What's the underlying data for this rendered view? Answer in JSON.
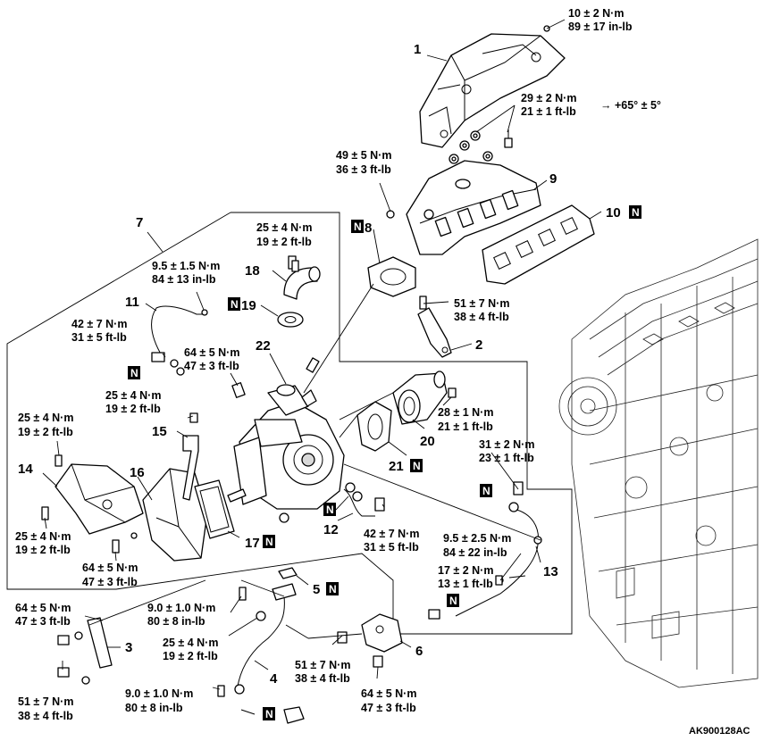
{
  "document_code": "AK900128AC",
  "new_part_badge": "N",
  "torque_specs": {
    "t1": [
      "10 ± 2 N·m",
      "89 ± 17 in-lb"
    ],
    "t2": [
      "29 ± 2 N·m",
      "21 ± 1 ft-lb"
    ],
    "t2_extra": "→ +65° ± 5°",
    "t3": [
      "49 ± 5 N·m",
      "36 ± 3 ft-lb"
    ],
    "t4": [
      "25 ± 4 N·m",
      "19 ± 2 ft-lb"
    ],
    "t5": [
      "9.5 ± 1.5 N·m",
      "84 ± 13 in-lb"
    ],
    "t6": [
      "51 ± 7 N·m",
      "38 ± 4 ft-lb"
    ],
    "t7": [
      "42 ± 7 N·m",
      "31 ± 5 ft-lb"
    ],
    "t8": [
      "64 ± 5 N·m",
      "47 ± 3 ft-lb"
    ],
    "t9": [
      "25 ± 4 N·m",
      "19 ± 2 ft-lb"
    ],
    "t10": [
      "28 ± 1 N·m",
      "21 ± 1 ft-lb"
    ],
    "t11": [
      "25 ± 4 N·m",
      "19 ± 2 ft-lb"
    ],
    "t12": [
      "31 ± 2 N·m",
      "23 ± 1 ft-lb"
    ],
    "t13": [
      "25 ± 4 N·m",
      "19 ± 2 ft-lb"
    ],
    "t14": [
      "42 ± 7 N·m",
      "31 ± 5 ft-lb"
    ],
    "t15": [
      "9.5 ± 2.5 N·m",
      "84 ± 22 in-lb"
    ],
    "t16": [
      "64 ± 5 N·m",
      "47 ± 3 ft-lb"
    ],
    "t17": [
      "17 ± 2 N·m",
      "13 ± 1 ft-lb"
    ],
    "t18": [
      "64 ± 5 N·m",
      "47 ± 3 ft-lb"
    ],
    "t19": [
      "9.0 ± 1.0 N·m",
      "80 ± 8 in-lb"
    ],
    "t20": [
      "25 ± 4 N·m",
      "19 ± 2 ft-lb"
    ],
    "t21": [
      "51 ± 7 N·m",
      "38 ± 4 ft-lb"
    ],
    "t22": [
      "64 ± 5 N·m",
      "47 ± 3 ft-lb"
    ],
    "t23": [
      "51 ± 7 N·m",
      "38 ± 4 ft-lb"
    ],
    "t24": [
      "9.0 ± 1.0 N·m",
      "80 ± 8 in-lb"
    ]
  },
  "part_numbers": {
    "p1": "1",
    "p2": "2",
    "p3": "3",
    "p4": "4",
    "p5": "5",
    "p6": "6",
    "p7": "7",
    "p8": "8",
    "p9": "9",
    "p10": "10",
    "p11": "11",
    "p12": "12",
    "p13": "13",
    "p14": "14",
    "p15": "15",
    "p16": "16",
    "p17": "17",
    "p18": "18",
    "p19": "19",
    "p20": "20",
    "p21": "21",
    "p22": "22"
  }
}
